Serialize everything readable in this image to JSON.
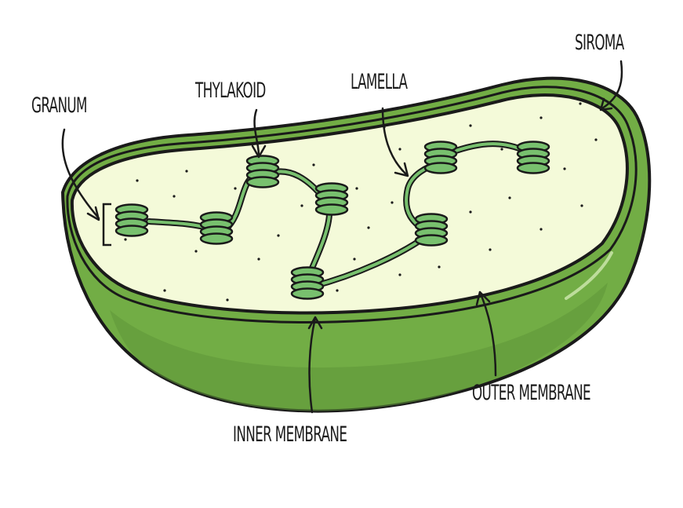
{
  "labels": {
    "granum": "GRANUM",
    "thylakoid": "THYLAKOID",
    "lamella": "LAMELLA",
    "stroma": "SIROMA",
    "inner_membrane": "INNER MEMBRANE",
    "outer_membrane": "OUTER MEMBRANE"
  },
  "colors": {
    "outer_body": "#72ad45",
    "outer_body_dark": "#5f9638",
    "stroma_fill": "#f4fad9",
    "thylakoid_fill": "#78c06e",
    "outline": "#1a1a1a"
  }
}
